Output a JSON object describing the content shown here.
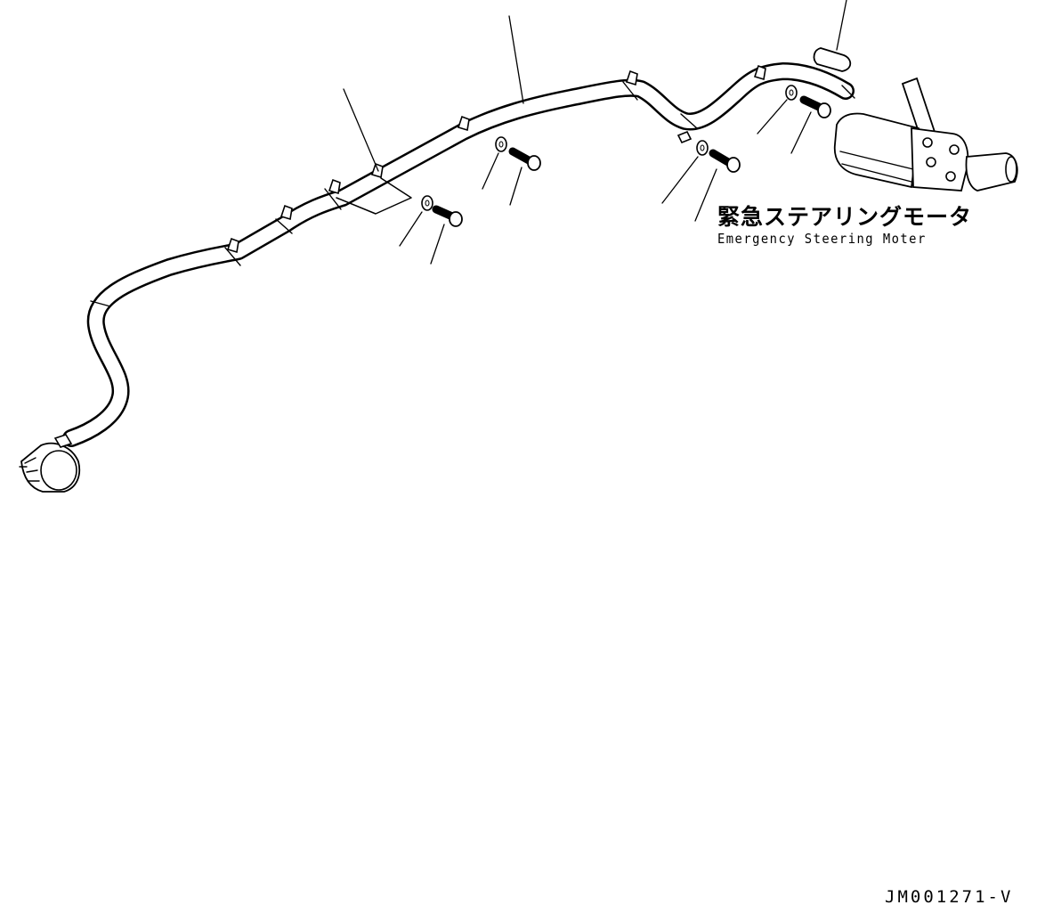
{
  "labels": {
    "motor_ja": "緊急ステアリングモータ",
    "motor_en": "Emergency Steering Moter"
  },
  "drawing_id": "JM001271-V",
  "colors": {
    "ink": "#000000",
    "paper": "#ffffff"
  },
  "parts": [
    "harness",
    "clip",
    "bracket",
    "washer",
    "bolt",
    "cap",
    "motor",
    "connector"
  ]
}
